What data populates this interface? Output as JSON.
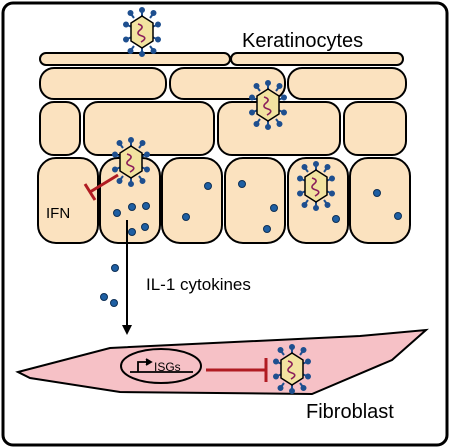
{
  "labels": {
    "keratinocytes": "Keratinocytes",
    "ifn": "IFN",
    "il1": "IL-1 cytokines",
    "isgs": "ISGs",
    "fibroblast": "Fibroblast"
  },
  "colors": {
    "frame": "#000000",
    "cell_fill": "#fbe2bf",
    "cell_stroke": "#000000",
    "fibroblast_fill": "#f6c1c6",
    "cytokine_dot": "#1e5fa3",
    "inhibition": "#b01c22",
    "virus_body": "#f2e3a0",
    "virus_spike": "#1e4f8f",
    "virus_genome": "#8a1e5a",
    "arrow": "#000000"
  },
  "icons": {
    "virus": "virus-particle-icon",
    "promoter": "promoter-arrow-icon"
  }
}
